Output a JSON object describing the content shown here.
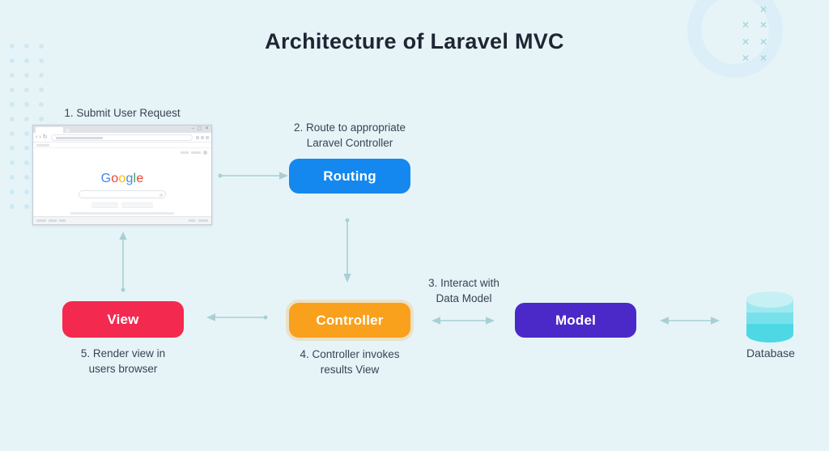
{
  "title": "Architecture of Laravel MVC",
  "colors": {
    "background": "#e6f4f8",
    "title": "#1f2533",
    "label": "#3b4254",
    "arrow": "#a8d0d4",
    "routing_bg": "#1488ee",
    "controller_bg": "#f9a01d",
    "model_bg": "#4b28c8",
    "view_bg": "#f4294f",
    "node_text": "#ffffff",
    "db_top": "#c6f0f4",
    "db_band1": "#9fe8ef",
    "db_band2": "#77e1eb",
    "db_band3": "#4ed8e5",
    "deco_dot": "#cfe8f3",
    "deco_x": "#a6d8de",
    "deco_ring": "#dceef8"
  },
  "labels": {
    "step1": "1. Submit User Request",
    "step2": [
      "2. Route to appropriate",
      "Laravel Controller"
    ],
    "step3": [
      "3. Interact with",
      "Data Model"
    ],
    "step4": [
      "4. Controller invokes",
      "results View"
    ],
    "step5": [
      "5. Render view in",
      "users browser"
    ]
  },
  "nodes": {
    "routing": "Routing",
    "controller": "Controller",
    "model": "Model",
    "view": "View"
  },
  "database_label": "Database",
  "browser": {
    "logo_letters": [
      {
        "ch": "G",
        "color": "#4285F4"
      },
      {
        "ch": "o",
        "color": "#EA4335"
      },
      {
        "ch": "o",
        "color": "#FBBC05"
      },
      {
        "ch": "g",
        "color": "#4285F4"
      },
      {
        "ch": "l",
        "color": "#34A853"
      },
      {
        "ch": "e",
        "color": "#EA4335"
      }
    ]
  },
  "deco": {
    "x_mark": "✕"
  }
}
